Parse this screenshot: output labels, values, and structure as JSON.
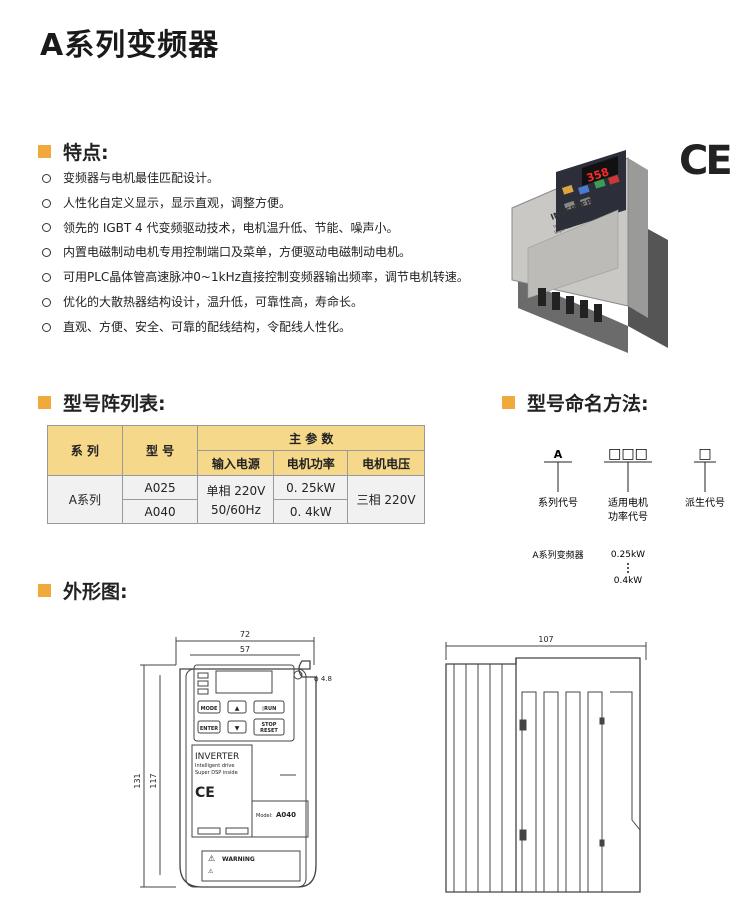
{
  "title": "A系列变频器",
  "features": {
    "heading": "特点:",
    "items": [
      "变频器与电机最佳匹配设计。",
      "人性化自定义显示，显示直观，调整方便。",
      "领先的 IGBT 4 代变频驱动技术，电机温升低、节能、噪声小。",
      "内置电磁制动电机专用控制端口及菜单，方便驱动电磁制动电机。",
      "可用PLC晶体管高速脉冲0~1kHz直接控制变频器输出频率，调节电机转速。",
      "优化的大散热器结构设计，温升低，可靠性高，寿命长。",
      "直观、方便、安全、可靠的配线结构，令配线人性化。"
    ]
  },
  "ce_mark": "CE",
  "product": {
    "display": "358",
    "label": "INVERTER",
    "sub1": "Intelligent drive",
    "sub2": "Super DSP inside"
  },
  "model_table": {
    "heading": "型号阵列表:",
    "col_series": "系 列",
    "col_model": "型 号",
    "col_main": "主 参 数",
    "col_input": "输入电源",
    "col_power": "电机功率",
    "col_voltage": "电机电压",
    "series": "A系列",
    "models": [
      "A025",
      "A040"
    ],
    "input_line1": "单相 220V",
    "input_line2": "50/60Hz",
    "powers": [
      "0. 25kW",
      "0. 4kW"
    ],
    "voltage": "三相 220V"
  },
  "naming": {
    "heading": "型号命名方法:",
    "code_a": "A",
    "code_power": "□□□",
    "code_derive": "□",
    "label_series": "系列代号",
    "label_power_1": "适用电机",
    "label_power_2": "功率代号",
    "label_derive": "派生代号",
    "example_series": "A系列变频器",
    "example_power_min": "0.25kW",
    "example_power_max": "0.4kW"
  },
  "outline": {
    "heading": "外形图:",
    "dim_width_outer": "72",
    "dim_width_inner": "57",
    "dim_hole": "ϕ 4.8",
    "dim_height_outer": "131",
    "dim_height_inner": "117",
    "dim_depth": "107",
    "btn_mode": "MODE",
    "btn_run": "◊RUN",
    "btn_enter": "ENTER",
    "btn_stop_1": "STOP",
    "btn_stop_2": "RESET",
    "label": "INVERTER",
    "sub1": "Intelligent drive",
    "sub2": "Super DSP inside",
    "ce": "CE",
    "model_label": "Model:",
    "model_value": "A040",
    "warning": "WARNING"
  }
}
